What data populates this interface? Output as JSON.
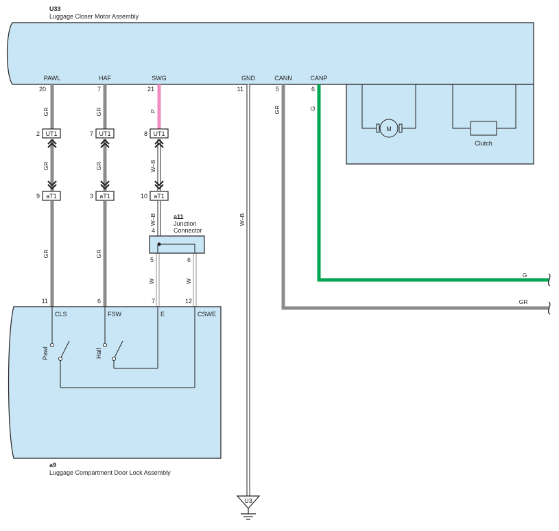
{
  "u33": {
    "code": "U33",
    "name": "Luggage Closer Motor Assembly"
  },
  "a9": {
    "code": "a9",
    "name": "Luggage Compartment Door Lock Assembly"
  },
  "a11": {
    "code": "a11",
    "name_line1": "Junction",
    "name_line2": "Connector",
    "pin_in": "4",
    "pin_out1": "5",
    "pin_out2": "6"
  },
  "u33_pins": {
    "pawl": {
      "name": "PAWL",
      "num": "20"
    },
    "haf": {
      "name": "HAF",
      "num": "7"
    },
    "swg": {
      "name": "SWG",
      "num": "21"
    },
    "gnd": {
      "name": "GND",
      "num": "11"
    },
    "cann": {
      "name": "CANN",
      "num": "5"
    },
    "canp": {
      "name": "CANP",
      "num": "6"
    }
  },
  "a9_pins": {
    "cls": {
      "name": "CLS",
      "num": "11"
    },
    "fsw": {
      "name": "FSW",
      "num": "6"
    },
    "e": {
      "name": "E",
      "num": "7"
    },
    "cswe": {
      "name": "CSWE",
      "num": "12"
    }
  },
  "connectors": {
    "ut1_pawl": {
      "label": "UT1",
      "pin": "2"
    },
    "ut1_haf": {
      "label": "UT1",
      "pin": "7"
    },
    "ut1_swg": {
      "label": "UT1",
      "pin": "8"
    },
    "at1_pawl": {
      "label": "aT1",
      "pin": "9"
    },
    "at1_haf": {
      "label": "aT1",
      "pin": "3"
    },
    "at1_swg": {
      "label": "aT1",
      "pin": "10"
    }
  },
  "wire_colors": {
    "gr": "GR",
    "p": "P",
    "wb": "W–B",
    "g": "G",
    "w": "W"
  },
  "components": {
    "motor": "M",
    "clutch": "Clutch",
    "switch_pawl": "Pawl",
    "switch_half": "Half"
  },
  "ground": {
    "label": "U3"
  },
  "colors": {
    "body_fill": "#c8e6f5",
    "wire_gray": "#8c8c8c",
    "wire_pink": "#f08cbe",
    "wire_green": "#00a650",
    "line": "#231f20"
  }
}
